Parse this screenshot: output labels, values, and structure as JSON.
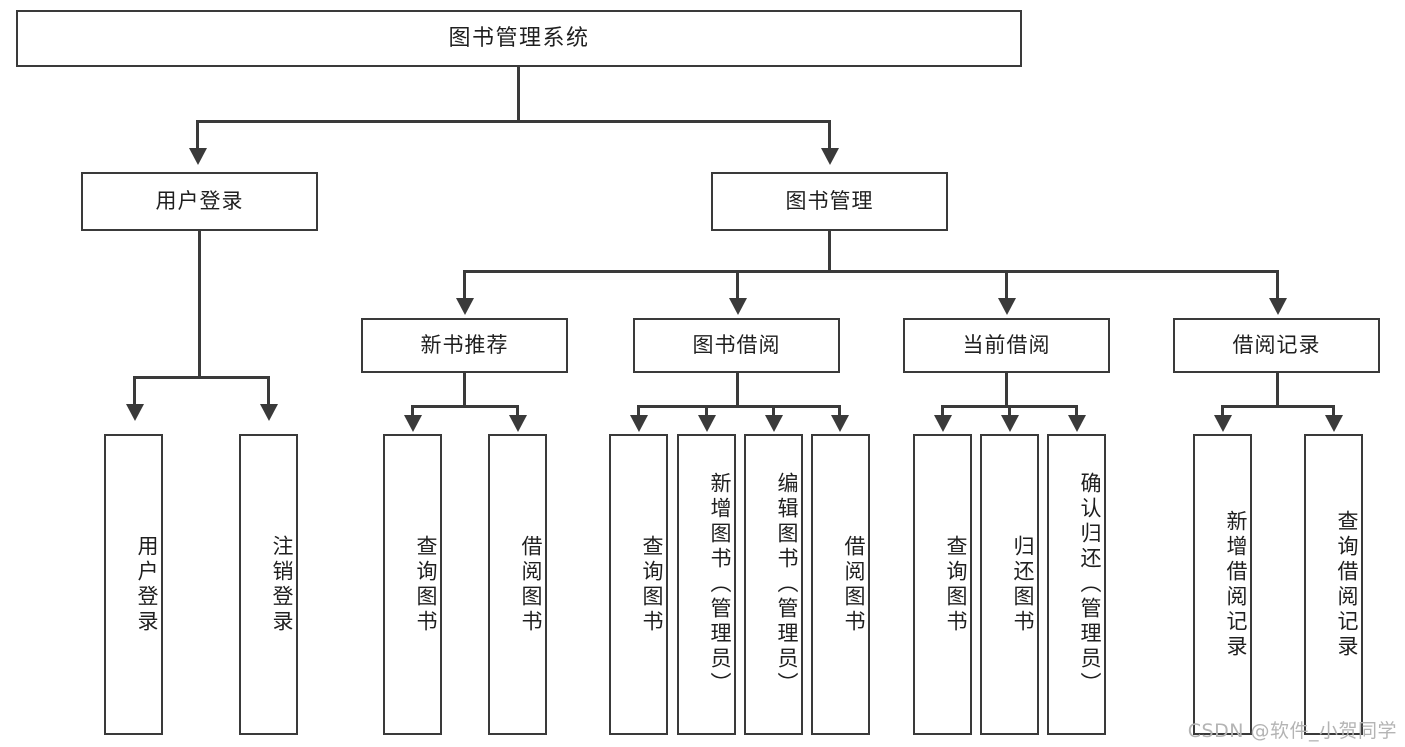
{
  "diagram": {
    "title": "图书管理系统",
    "type": "tree",
    "watermark": "CSDN @软件_小贺同学",
    "colors": {
      "border": "#3a3a3a",
      "text": "#1f1f1f",
      "background": "#ffffff",
      "watermark": "#b4b4b4"
    },
    "root": {
      "label": "图书管理系统"
    },
    "level2": [
      {
        "label": "用户登录"
      },
      {
        "label": "图书管理"
      }
    ],
    "level3": [
      {
        "label": "新书推荐"
      },
      {
        "label": "图书借阅"
      },
      {
        "label": "当前借阅"
      },
      {
        "label": "借阅记录"
      }
    ],
    "leaves": {
      "user_login": [
        {
          "label": "用户登录"
        },
        {
          "label": "注销登录"
        }
      ],
      "new_book_recommend": [
        {
          "label": "查询图书"
        },
        {
          "label": "借阅图书"
        }
      ],
      "book_borrow": [
        {
          "label": "查询图书"
        },
        {
          "label": "新增图书（管理员）"
        },
        {
          "label": "编辑图书（管理员）"
        },
        {
          "label": "借阅图书"
        }
      ],
      "current_borrow": [
        {
          "label": "查询图书"
        },
        {
          "label": "归还图书"
        },
        {
          "label": "确认归还（管理员）"
        }
      ],
      "borrow_record": [
        {
          "label": "新增借阅记录"
        },
        {
          "label": "查询借阅记录"
        }
      ]
    }
  }
}
